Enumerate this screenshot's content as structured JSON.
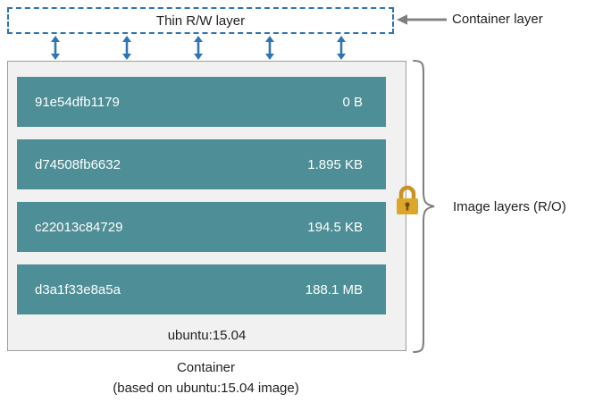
{
  "diagram": {
    "thin_layer_label": "Thin R/W layer",
    "container_layer_label": "Container layer",
    "image_layers_label": "Image layers (R/O)",
    "base_image_label": "ubuntu:15.04",
    "caption_line1": "Container",
    "caption_line2": "(based on ubuntu:15.04 image)",
    "layers": [
      {
        "id": "91e54dfb1179",
        "size": "0 B"
      },
      {
        "id": "d74508fb6632",
        "size": "1.895 KB"
      },
      {
        "id": "c22013c84729",
        "size": "194.5 KB"
      },
      {
        "id": "d3a1f33e8a5a",
        "size": "188.1 MB"
      }
    ]
  },
  "colors": {
    "layer-fill": "#4e8e96",
    "arrow-blue": "#2e75b6",
    "dashed-border": "#2e75b6",
    "container-fill": "#f1f1f1",
    "container-border": "#9e9e9e",
    "lock-gold": "#dca62a",
    "lock-shackle": "#c89324",
    "lock-keyhole": "#6b4f0a",
    "annotation-gray": "#7f7f7f",
    "text-dark": "#1f1f1f"
  }
}
